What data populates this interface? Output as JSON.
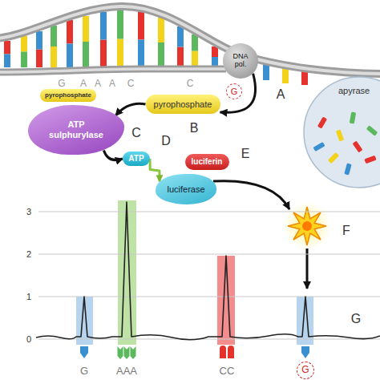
{
  "diagram": {
    "nodes": [
      {
        "text": [
          "DNA pol."
        ]
      },
      {
        "text": [
          "G"
        ]
      },
      {
        "text": [
          "pyrophosphate"
        ]
      },
      {
        "text": [
          "ATP sulphurylase"
        ]
      },
      {
        "text": [
          "pyrophosphate"
        ],
        "in": 3
      },
      {
        "text": [
          "ATP"
        ]
      },
      {
        "text": [
          "luciferin"
        ]
      },
      {
        "text": [
          "luciferase"
        ]
      },
      {
        "text": [
          "apyrase"
        ]
      },
      {
        "text": [
          "G"
        ]
      }
    ],
    "edges": [
      {
        "from": 0,
        "to": 2,
        "arrow": "to"
      },
      {
        "from": 2,
        "to": 3,
        "arrow": "to"
      },
      {
        "from": 3,
        "to": 5,
        "arrow": "to"
      },
      {
        "from": 5,
        "to": 7,
        "arrow": "to"
      }
    ],
    "labels": [
      "G",
      "A",
      "A",
      "A",
      "C",
      "C",
      "A",
      "B",
      "C",
      "D",
      "E",
      "F",
      "G",
      "3",
      "2",
      "1",
      "0",
      "G",
      "AAA",
      "CC"
    ]
  }
}
